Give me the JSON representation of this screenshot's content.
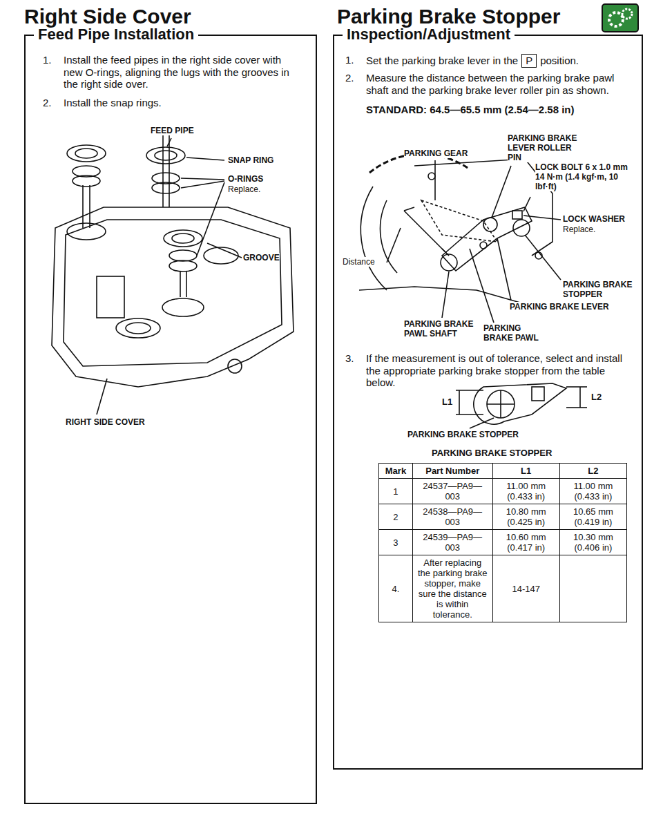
{
  "diagram": {
    "nodes": [
      {
        "text": [
          "Feed Pipe Installation"
        ]
      },
      {
        "text": [
          "Inspection/Adjustment"
        ]
      }
    ],
    "labels": [
      "Right Side Cover",
      "Parking Brake Stopper",
      "1.",
      "Install the feed pipes in the right side cover with new O-rings, aligning the lugs with the grooves in the right side over.",
      "2.",
      "Install the snap rings.",
      "FEED PIPE",
      "SNAP RING",
      "O-RINGS",
      "Replace.",
      "GROOVE",
      "RIGHT SIDE COVER",
      "1.",
      "Set the parking brake lever in the",
      "P",
      "position.",
      "2.",
      "Measure the distance between the parking brake pawl shaft and the parking brake lever roller pin as shown.",
      "STANDARD: 64.5—65.5 mm (2.54—2.58 in)",
      "PARKING GEAR",
      "PARKING BRAKE LEVER ROLLER PIN",
      "LOCK BOLT 6 x 1.0 mm 14 N·m (1.4 kgf·m, 10 lbf·ft)",
      "LOCK WASHER",
      "Replace.",
      "Distance",
      "PARKING BRAKE STOPPER",
      "PARKING BRAKE LEVER",
      "PARKING BRAKE PAWL SHAFT",
      "PARKING BRAKE PAWL",
      "3.",
      "If the measurement is out of tolerance, select and install the appropriate parking brake stopper from the table below.",
      "L1",
      "L2",
      "PARKING BRAKE STOPPER",
      "PARKING BRAKE STOPPER",
      "Mark",
      "Part Number",
      "L1",
      "L2",
      "1",
      "24537—PA9—003",
      "11.00 mm (0.433 in)",
      "11.00 mm (0.433 in)",
      "2",
      "24538—PA9—003",
      "10.80 mm (0.425 in)",
      "10.65 mm (0.419 in)",
      "3",
      "24539—PA9—003",
      "10.60 mm (0.417 in)",
      "10.30 mm (0.406 in)",
      "4.",
      "After replacing the parking brake stopper, make sure the distance is within tolerance.",
      "14-147"
    ]
  }
}
